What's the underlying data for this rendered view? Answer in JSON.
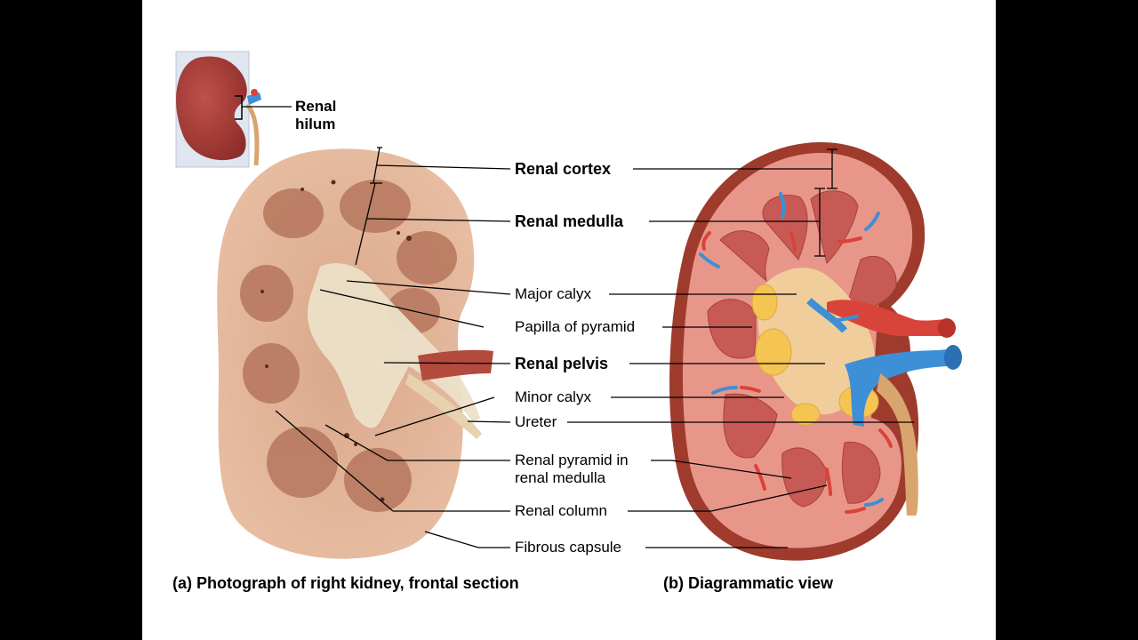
{
  "labels": {
    "renal_hilum": "Renal hilum",
    "renal_cortex": "Renal cortex",
    "renal_medulla": "Renal medulla",
    "major_calyx": "Major calyx",
    "papilla_of_pyramid": "Papilla of pyramid",
    "renal_pelvis": "Renal pelvis",
    "minor_calyx": "Minor calyx",
    "ureter": "Ureter",
    "renal_pyramid_line1": "Renal pyramid in",
    "renal_pyramid_line2": "renal medulla",
    "renal_column": "Renal column",
    "fibrous_capsule": "Fibrous capsule"
  },
  "captions": {
    "a": "(a) Photograph of right kidney, frontal section",
    "b": "(b) Diagrammatic view"
  },
  "colors": {
    "background": "#000000",
    "slide": "#ffffff",
    "photo_tissue": "#e3b497",
    "photo_medulla": "#b0735a",
    "diagram_capsule": "#9e3b2d",
    "diagram_cortex": "#e9968a",
    "diagram_pyramid": "#c75a55",
    "pelvis": "#f1cd9b",
    "fat": "#f4c552",
    "artery": "#d8443a",
    "vein": "#3d8fd6",
    "ureter": "#d9a56e"
  }
}
